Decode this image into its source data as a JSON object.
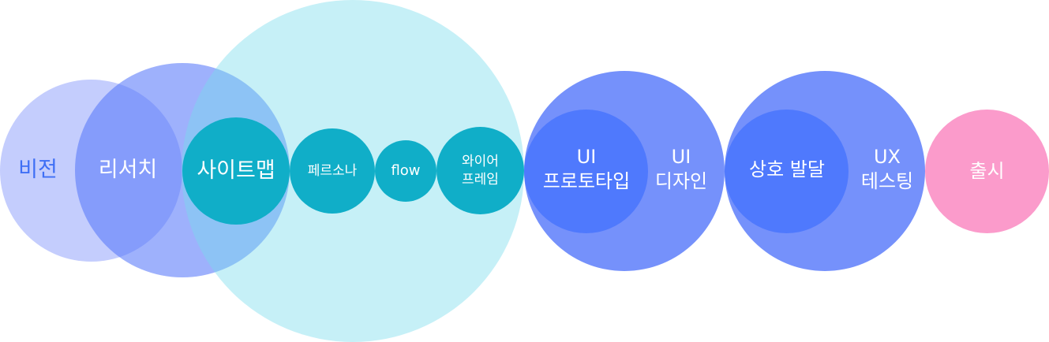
{
  "diagram": {
    "stages": {
      "vision": "비전",
      "research": "리서치",
      "sitemap": "사이트맵",
      "persona": "페르소나",
      "flow": "flow",
      "wireframe": [
        "와이어",
        "프레임"
      ],
      "ui_prototype": [
        "UI",
        "프로토타입"
      ],
      "ui_design": [
        "UI",
        "디자인"
      ],
      "interaction": "상호 발달",
      "ux_testing": [
        "UX",
        "테스팅"
      ],
      "launch": "출시"
    },
    "colors": {
      "vision": "#a0affc",
      "research": "#5878fa",
      "planning_group": "#78dceb",
      "teal": "#10aec8",
      "blue_light": "#7591fb",
      "blue_dark": "#4f79fd",
      "pink": "#fb9bcb",
      "vision_text": "#3f6ff5"
    }
  }
}
